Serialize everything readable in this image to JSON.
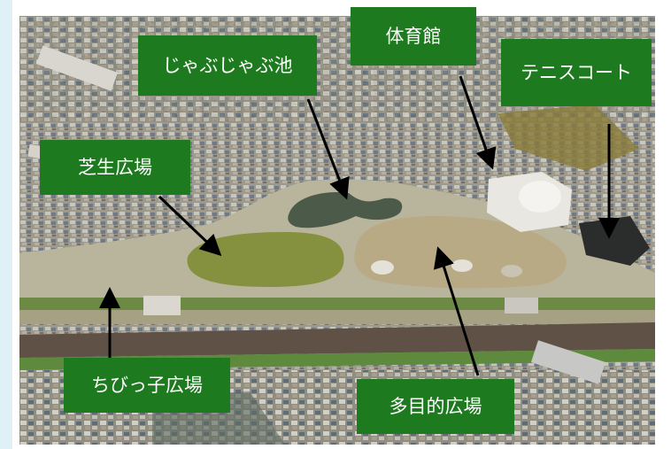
{
  "labels": {
    "jabu_ike": "じゃぶじゃぶ池",
    "taiikukan": "体育館",
    "tennis": "テニスコート",
    "shibafu": "芝生広場",
    "chibikko": "ちびっ子広場",
    "tamokuteki": "多目的広場"
  },
  "colors": {
    "label_bg": "#1e7a1e",
    "label_text": "#ffffff",
    "side_strip": "#dff1f6"
  }
}
